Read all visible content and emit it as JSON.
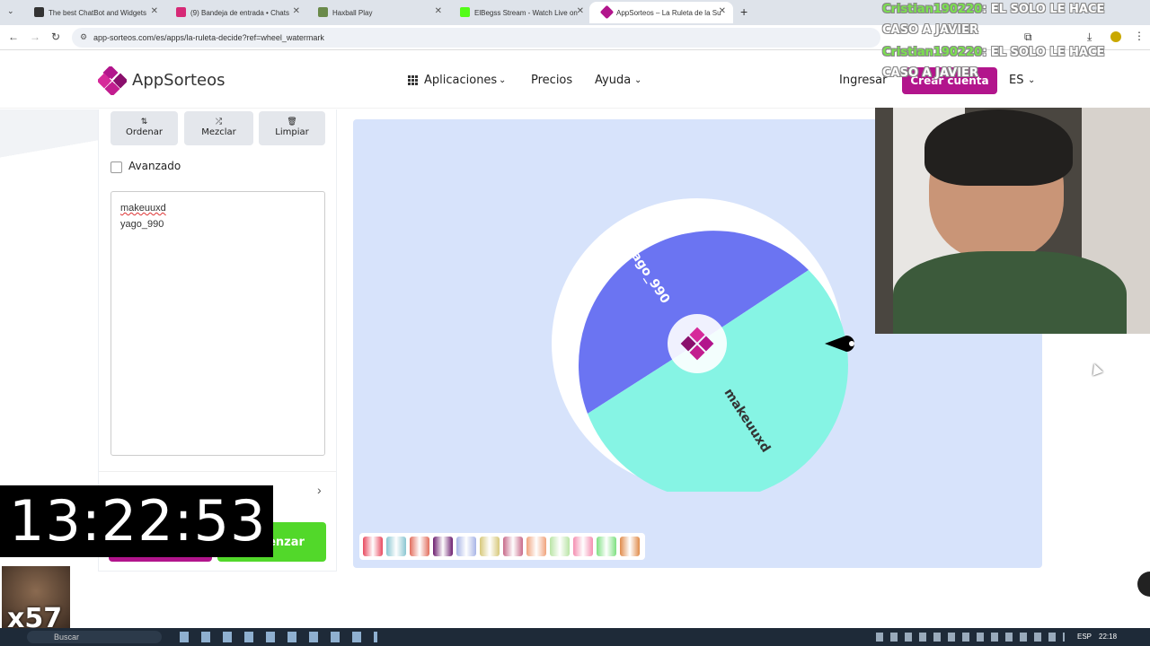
{
  "browser": {
    "tabs": [
      {
        "label": "The best ChatBot and Widgets",
        "color": "#222"
      },
      {
        "label": "(9) Bandeja de entrada • Chats",
        "color": "#d62976"
      },
      {
        "label": "Haxball Play",
        "color": "#5a7a3a"
      },
      {
        "label": "ElBegss Stream - Watch Live on",
        "color": "#53fc18"
      },
      {
        "label": "AppSorteos – La Ruleta de la Su",
        "color": "#b2158c"
      }
    ],
    "url": "app-sorteos.com/es/apps/la-ruleta-decide?ref=wheel_watermark"
  },
  "header": {
    "brand": "AppSorteos",
    "nav": {
      "apps": "Aplicaciones",
      "prices": "Precios",
      "help": "Ayuda"
    },
    "login": "Ingresar",
    "create": "Crear cuenta",
    "lang": "ES"
  },
  "panel": {
    "sort": "Ordenar",
    "shuffle": "Mezclar",
    "clear": "Limpiar",
    "advanced": "Avanzado",
    "names": [
      "makeuuxd",
      "yago_990"
    ],
    "start": "Comenzar"
  },
  "wheel": {
    "segments": [
      {
        "label": "yago_990",
        "color": "#6b74f2"
      },
      {
        "label": "makeuuxd",
        "color": "#86f4e4"
      }
    ],
    "palettes": [
      "#e84a5f",
      "#8ac6d1",
      "#e26d5c",
      "#6c1e6f",
      "#a8b5e6",
      "#d7c87a",
      "#c86a8a",
      "#f0a37c",
      "#b9e4a5",
      "#f48fb1",
      "#7ee081",
      "#e08b4a"
    ]
  },
  "overlay": {
    "clock": "13:22:53",
    "counter": "x57",
    "chat": [
      {
        "user": "Cristian190220",
        "text": ": EL SOLO LE HACE"
      },
      {
        "user": "",
        "text": "CASO A JAVIER"
      },
      {
        "user": "Cristian190220",
        "text": ": EL SOLO LE HACE"
      },
      {
        "user": "",
        "text": "CASO A JAVIER"
      }
    ]
  },
  "taskbar": {
    "search": "Buscar",
    "lang": "ESP",
    "time": "22:18"
  }
}
